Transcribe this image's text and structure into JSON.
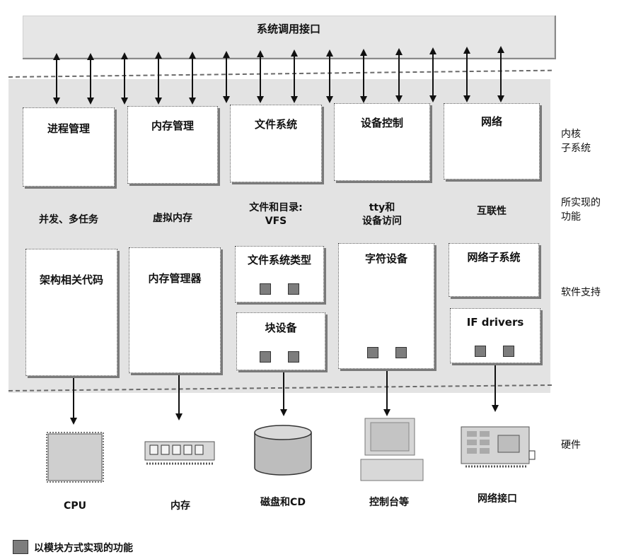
{
  "syscall_label": "系统调用接口",
  "subsystems": [
    "进程管理",
    "内存管理",
    "文件系统",
    "设备控制",
    "网络"
  ],
  "functions": {
    "f1": "并发、多任务",
    "f2": "虚拟内存",
    "f3a": "文件和目录:",
    "f3b": "VFS",
    "f4a": "tty和",
    "f4b": "设备访问",
    "f5": "互联性"
  },
  "support": {
    "arch": "架构相关代码",
    "memmgr": "内存管理器",
    "fstypes": "文件系统类型",
    "blockdev": "块设备",
    "chardev": "字符设备",
    "netsub": "网络子系统",
    "ifdrivers": "IF drivers"
  },
  "side_labels": {
    "kernel1": "内核",
    "kernel2": "子系统",
    "feat1": "所实现的",
    "feat2": "功能",
    "software": "软件支持",
    "hardware": "硬件"
  },
  "hardware": [
    "CPU",
    "内存",
    "磁盘和CD",
    "控制台等",
    "网络接口"
  ],
  "legend": "以模块方式实现的功能"
}
